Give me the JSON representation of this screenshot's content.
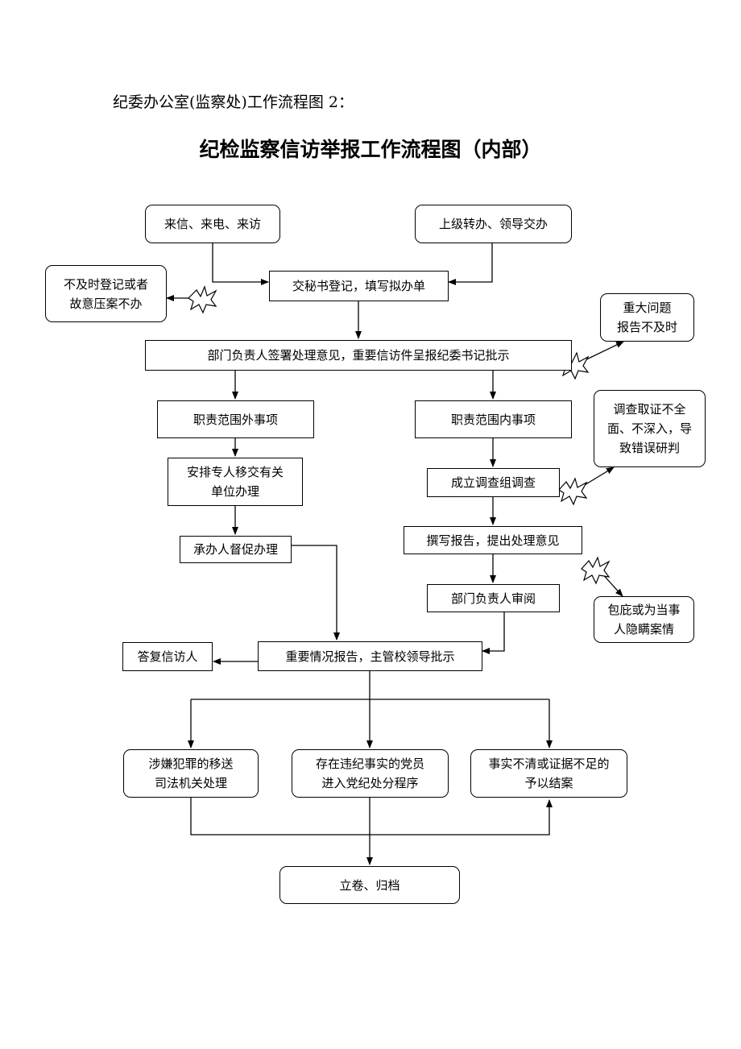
{
  "header": {
    "subtitle": "纪委办公室(监察处)工作流程图 2：",
    "title": "纪检监察信访举报工作流程图（内部）"
  },
  "nodes": {
    "letters_calls_visits": "来信、来电、来访",
    "superior_referral": "上级转办、领导交办",
    "register": "交秘书登记，填写拟办单",
    "late_register_warning": [
      "不及时登记或者",
      "故意压案不办"
    ],
    "dept_head_review": "部门负责人签署处理意见，重要信访件呈报纪委书记批示",
    "major_issue_warning": [
      "重大问题",
      "报告不及时"
    ],
    "outside_scope": "职责范围外事项",
    "inside_scope": "职责范围内事项",
    "assign_transfer": [
      "安排专人移交有关",
      "单位办理"
    ],
    "investigation_team": "成立调查组调查",
    "investigation_warning": [
      "调查取证不全",
      "面、不深入，导",
      "致错误研判"
    ],
    "supervise_handling": "承办人督促办理",
    "write_report": "撰写报告，提出处理意见",
    "shield_warning": [
      "包庇或为当事",
      "人隐瞒案情"
    ],
    "dept_head_audit": "部门负责人审阅",
    "reply_petitioner": "答复信访人",
    "report_to_leader": "重要情况报告，主管校领导批示",
    "judicial_transfer": [
      "涉嫌犯罪的移送",
      "司法机关处理"
    ],
    "party_discipline": [
      "存在违纪事实的党员",
      "进入党纪处分程序"
    ],
    "close_case": [
      "事实不清或证据不足的",
      "予以结案"
    ],
    "archive": "立卷、归档"
  },
  "icons": {
    "risk_marker": "starburst-icon",
    "arrow": "arrowhead-icon"
  }
}
